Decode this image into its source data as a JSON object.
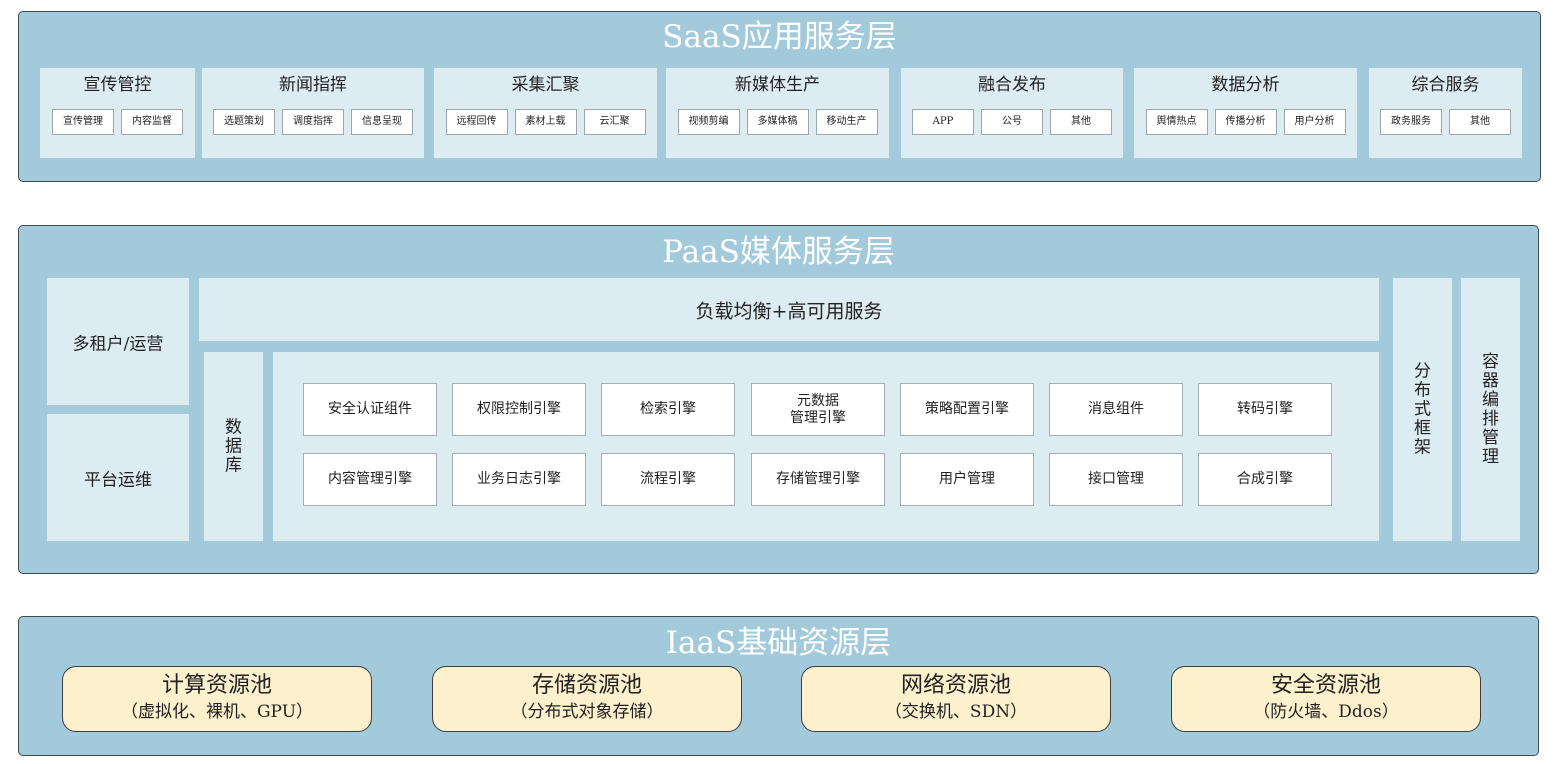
{
  "saas": {
    "title": "SaaS应用服务层",
    "modules": [
      {
        "title": "宣传管控",
        "items": [
          "宣传管理",
          "内容监督"
        ]
      },
      {
        "title": "新闻指挥",
        "items": [
          "选题策划",
          "调度指挥",
          "信息呈现"
        ]
      },
      {
        "title": "采集汇聚",
        "items": [
          "远程回传",
          "素材上载",
          "云汇聚"
        ]
      },
      {
        "title": "新媒体生产",
        "items": [
          "视频剪编",
          "多媒体稿",
          "移动生产"
        ]
      },
      {
        "title": "融合发布",
        "items": [
          "APP",
          "公号",
          "其他"
        ]
      },
      {
        "title": "数据分析",
        "items": [
          "舆情热点",
          "传播分析",
          "用户分析"
        ]
      },
      {
        "title": "综合服务",
        "items": [
          "政务服务",
          "其他"
        ]
      }
    ]
  },
  "paas": {
    "title": "PaaS媒体服务层",
    "tenant": "多租户/运营",
    "ops": "平台运维",
    "load_balance": "负载均衡+高可用服务",
    "database": [
      "数",
      "据",
      "库"
    ],
    "engines": [
      "安全认证组件",
      "权限控制引擎",
      "检索引擎",
      "元数据\n管理引擎",
      "策略配置引擎",
      "消息组件",
      "转码引擎",
      "内容管理引擎",
      "业务日志引擎",
      "流程引擎",
      "存储管理引擎",
      "用户管理",
      "接口管理",
      "合成引擎"
    ],
    "distributed": [
      "分",
      "布",
      "式",
      "框",
      "架"
    ],
    "container": [
      "容",
      "器",
      "编",
      "排",
      "管",
      "理"
    ]
  },
  "iaas": {
    "title": "IaaS基础资源层",
    "pools": [
      {
        "title": "计算资源池",
        "sub": "（虚拟化、裸机、GPU）"
      },
      {
        "title": "存储资源池",
        "sub": "（分布式对象存储）"
      },
      {
        "title": "网络资源池",
        "sub": "（交换机、SDN）"
      },
      {
        "title": "安全资源池",
        "sub": "（防火墙、Ddos）"
      }
    ]
  }
}
